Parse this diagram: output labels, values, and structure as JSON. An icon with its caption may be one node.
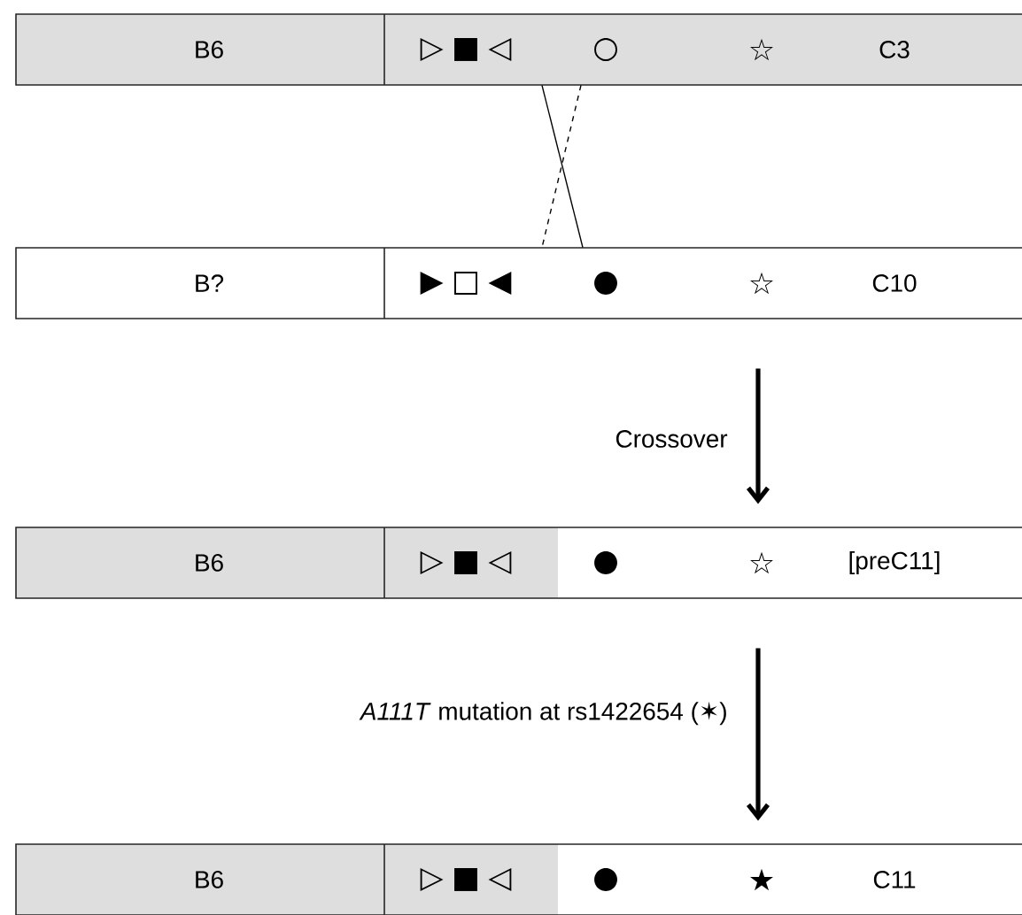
{
  "diagram": {
    "nodes": [
      {
        "text": [
          "B6",
          "▷ ■ ◁",
          "○",
          "☆",
          "C3"
        ]
      },
      {
        "text": [
          "B?",
          "▶ □ ◀",
          "●",
          "☆",
          "C10"
        ]
      },
      {
        "text": [
          "B6",
          "▷ ■ ◁",
          "●",
          "☆",
          "[preC11]"
        ]
      },
      {
        "text": [
          "B6",
          "▷ ■ ◁",
          "●",
          "★",
          "C11"
        ]
      }
    ],
    "edges": [
      {
        "from": 0,
        "to": 1,
        "arrow": "none"
      },
      {
        "from": 0,
        "to": 1,
        "arrow": "none",
        "style": "dashed"
      },
      {
        "from": 1,
        "to": 2,
        "arrow": "to",
        "style": "thick",
        "label": "Crossover"
      },
      {
        "from": 2,
        "to": 3,
        "arrow": "to",
        "style": "thick",
        "label": "*A111T* mutation at rs1422654 (✶)"
      }
    ]
  }
}
